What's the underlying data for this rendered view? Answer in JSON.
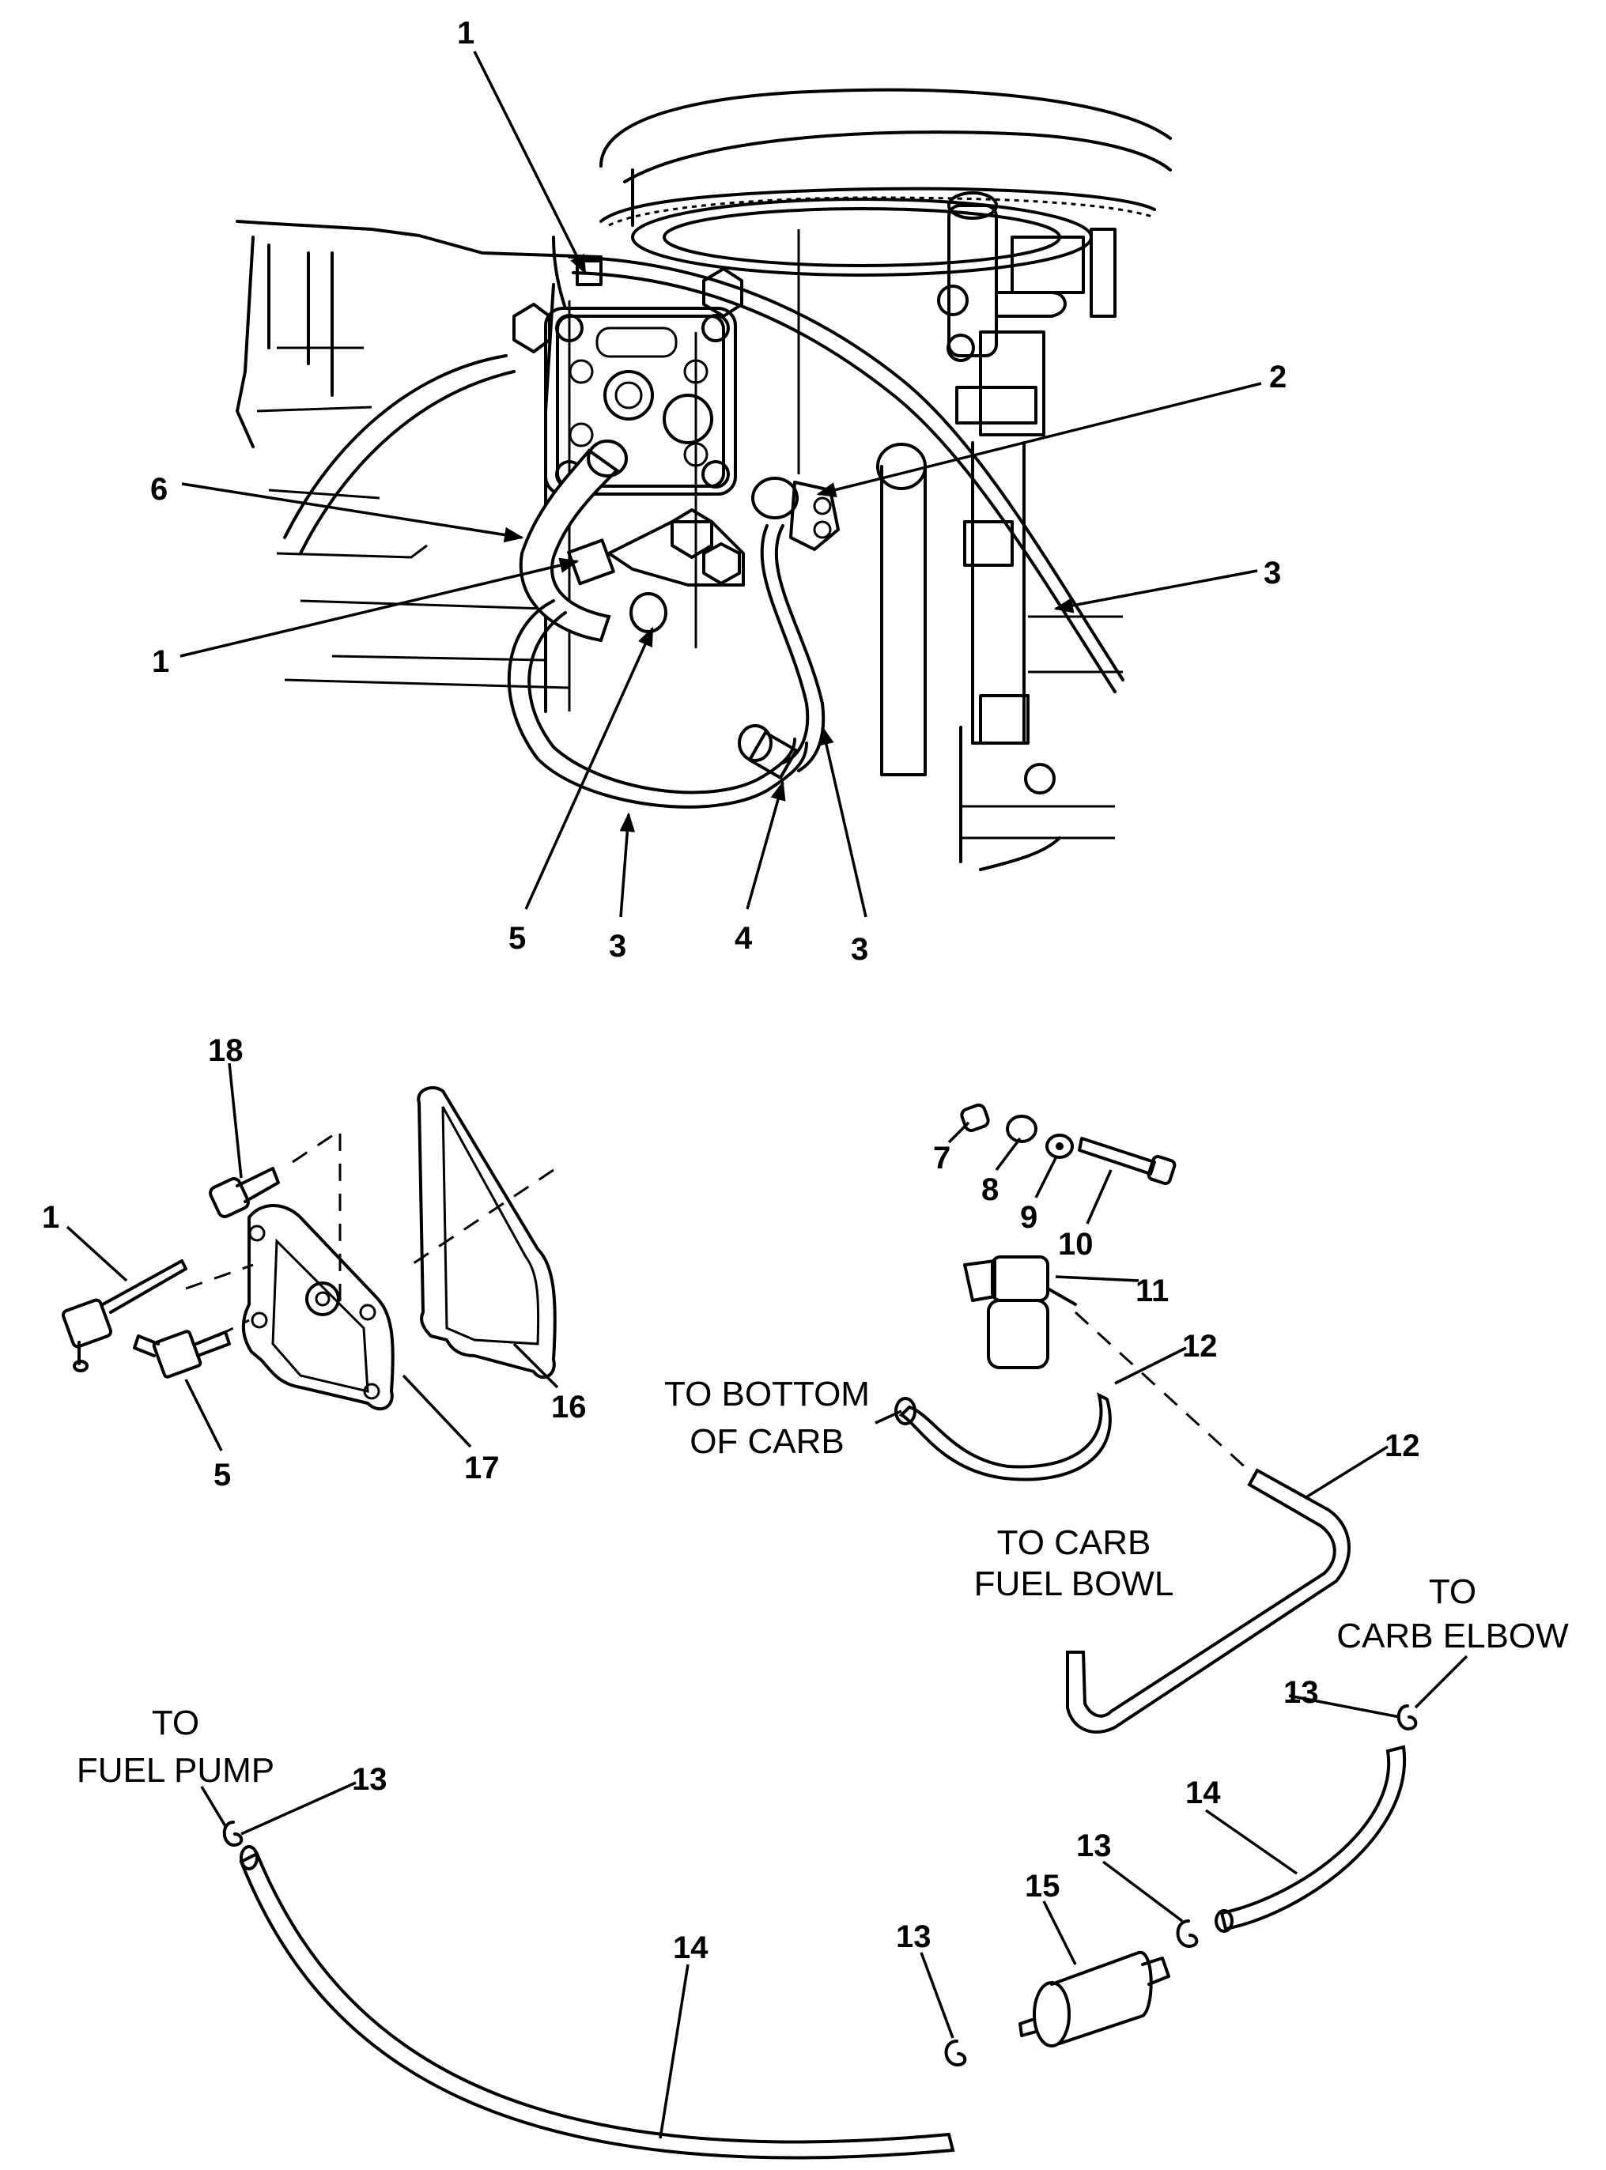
{
  "diagram": {
    "type": "exploded parts diagram",
    "subject": "outboard fuel system - fuel pump, fuel lines, filter and enrichener",
    "callouts": [
      {
        "id": "c1-top",
        "label": "1",
        "part": "fitting (upper)"
      },
      {
        "id": "c2",
        "label": "2",
        "part": "fitting at carb"
      },
      {
        "id": "c6",
        "label": "6",
        "part": "hose elbow"
      },
      {
        "id": "c3-right",
        "label": "3",
        "part": "fuel line"
      },
      {
        "id": "c1-mid",
        "label": "1",
        "part": "fitting"
      },
      {
        "id": "c5-top",
        "label": "5",
        "part": "elbow fitting"
      },
      {
        "id": "c3-a",
        "label": "3",
        "part": "fuel line"
      },
      {
        "id": "c4",
        "label": "4",
        "part": "fitting"
      },
      {
        "id": "c3-b",
        "label": "3",
        "part": "fuel line"
      },
      {
        "id": "c18",
        "label": "18",
        "part": "screw"
      },
      {
        "id": "c7",
        "label": "7",
        "part": "spacer"
      },
      {
        "id": "c8",
        "label": "8",
        "part": "grommet"
      },
      {
        "id": "c9",
        "label": "9",
        "part": "washer"
      },
      {
        "id": "c10",
        "label": "10",
        "part": "screw"
      },
      {
        "id": "c11",
        "label": "11",
        "part": "enrichener valve"
      },
      {
        "id": "c1-left",
        "label": "1",
        "part": "fitting"
      },
      {
        "id": "c12-a",
        "label": "12",
        "part": "hose"
      },
      {
        "id": "c16",
        "label": "16",
        "part": "gasket"
      },
      {
        "id": "c12-b",
        "label": "12",
        "part": "hose"
      },
      {
        "id": "c5-left",
        "label": "5",
        "part": "elbow fitting"
      },
      {
        "id": "c17",
        "label": "17",
        "part": "fuel pump"
      },
      {
        "id": "c13-elbow",
        "label": "13",
        "part": "clamp"
      },
      {
        "id": "c13-pump",
        "label": "13",
        "part": "clamp"
      },
      {
        "id": "c14-right",
        "label": "14",
        "part": "fuel line"
      },
      {
        "id": "c13-filter-r",
        "label": "13",
        "part": "clamp"
      },
      {
        "id": "c15",
        "label": "15",
        "part": "fuel filter"
      },
      {
        "id": "c13-filter-l",
        "label": "13",
        "part": "clamp"
      },
      {
        "id": "c14-left",
        "label": "14",
        "part": "fuel line"
      }
    ],
    "notes": {
      "bottom_of_carb": [
        "TO BOTTOM",
        "OF CARB"
      ],
      "carb_fuel_bowl": [
        "TO CARB",
        "FUEL BOWL"
      ],
      "carb_elbow": [
        "TO",
        "CARB ELBOW"
      ],
      "fuel_pump": [
        "TO",
        "FUEL PUMP"
      ]
    }
  }
}
